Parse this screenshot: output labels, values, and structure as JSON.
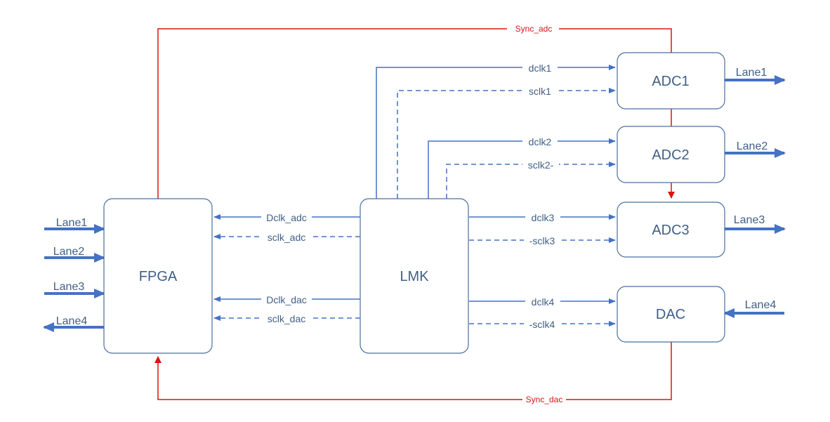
{
  "blocks": {
    "fpga": "FPGA",
    "lmk": "LMK",
    "adc1": "ADC1",
    "adc2": "ADC2",
    "adc3": "ADC3",
    "dac": "DAC"
  },
  "sync": {
    "adc": "Sync_adc",
    "dac": "Sync_dac"
  },
  "fpga_lanes": [
    "Lane1",
    "Lane2",
    "Lane3",
    "Lane4"
  ],
  "out_lanes": {
    "adc1": "Lane1",
    "adc2": "Lane2",
    "adc3": "Lane3",
    "dac": "Lane4"
  },
  "lmk_to_fpga": {
    "dclk_adc": "Dclk_adc",
    "sclk_adc": "sclk_adc",
    "dclk_dac": "Dclk_dac",
    "sclk_dac": "sclk_dac"
  },
  "lmk_to_conv": {
    "dclk1": "dclk1",
    "sclk1": "sclk1",
    "dclk2": "dclk2",
    "sclk2": "sclk2-",
    "dclk3": "dclk3",
    "sclk3": "-sclk3",
    "dclk4": "dclk4",
    "sclk4": "-sclk4"
  },
  "colors": {
    "wire": "#4472c4",
    "sync": "#e01010",
    "box_stroke": "#4a6f9e",
    "text": "#3f5f86"
  }
}
